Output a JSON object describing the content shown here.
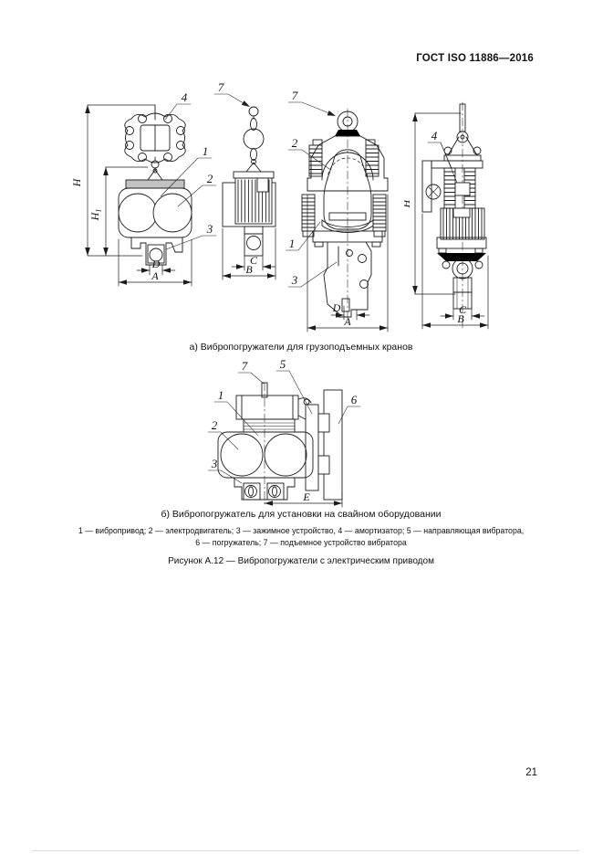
{
  "header": {
    "title": "ГОСТ ISO 11886—2016"
  },
  "figures": {
    "a": {
      "caption": "а) Вибропогружатели для грузоподъемных кранов"
    },
    "b": {
      "caption": "б) Вибропогружатель для установки на свайном оборудовании"
    },
    "legend": {
      "line1": "1 — вибропривод; 2 — электродвигатель; 3 — зажимное устройство, 4 — амортизатор; 5 — направляющая вибратора,",
      "line2": "6 — погружатель; 7 — подъемное устройство вибратора"
    },
    "title": "Рисунок А.12 — Вибропогружатели с электрическим приводом"
  },
  "callouts": {
    "n1": "1",
    "n2": "2",
    "n3": "3",
    "n4": "4",
    "n5": "5",
    "n6": "6",
    "n7": "7"
  },
  "dims": {
    "H": "H",
    "H1_base": "H",
    "H1_sub": "1",
    "A": "A",
    "B": "B",
    "C": "C",
    "D": "D",
    "E": "E"
  },
  "page_number": "21"
}
